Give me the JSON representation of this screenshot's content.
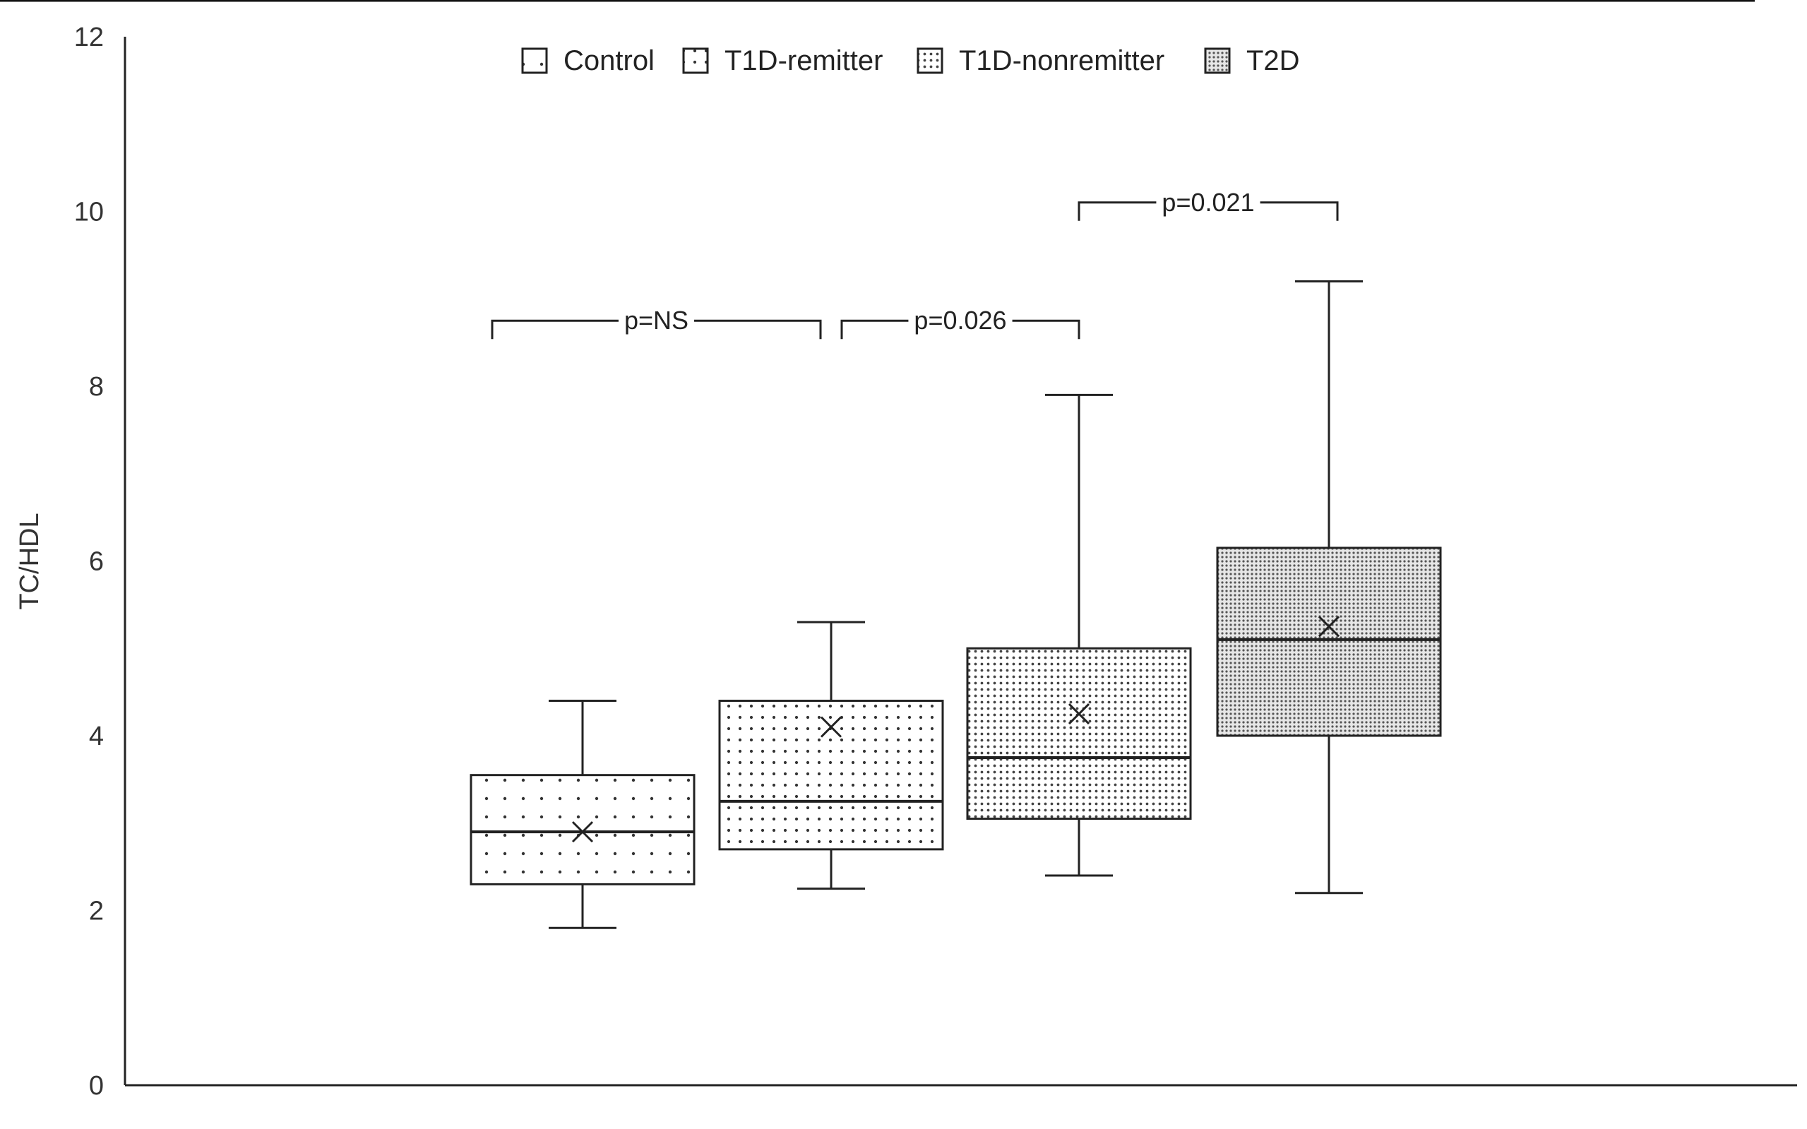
{
  "chart_data": {
    "type": "box",
    "title": "",
    "xlabel": "",
    "ylabel": "TC/HDL",
    "ylim": [
      0,
      12
    ],
    "yticks": [
      0,
      2,
      4,
      6,
      8,
      10,
      12
    ],
    "grid": false,
    "legend_position": "top-center",
    "series": [
      {
        "name": "Control",
        "whisker_low": 1.8,
        "q1": 2.3,
        "median": 2.9,
        "q3": 3.55,
        "whisker_high": 4.4,
        "mean": 2.9,
        "pattern": "sparse-dots"
      },
      {
        "name": "T1D-remitter",
        "whisker_low": 2.25,
        "q1": 2.7,
        "median": 3.25,
        "q3": 4.4,
        "whisker_high": 5.3,
        "mean": 4.1,
        "pattern": "medium-dots"
      },
      {
        "name": "T1D-nonremitter",
        "whisker_low": 2.4,
        "q1": 3.05,
        "median": 3.75,
        "q3": 5.0,
        "whisker_high": 7.9,
        "mean": 4.25,
        "pattern": "dense-dots"
      },
      {
        "name": "T2D",
        "whisker_low": 2.2,
        "q1": 4.0,
        "median": 5.1,
        "q3": 6.15,
        "whisker_high": 9.2,
        "mean": 5.25,
        "pattern": "very-dense-dots"
      }
    ],
    "comparisons": [
      {
        "from": 0,
        "to": 1,
        "label": "p=NS",
        "y": 8.75
      },
      {
        "from": 1,
        "to": 2,
        "label": "p=0.026",
        "y": 8.75
      },
      {
        "from": 2,
        "to": 3,
        "label": "p=0.021",
        "y": 10.2
      }
    ]
  }
}
